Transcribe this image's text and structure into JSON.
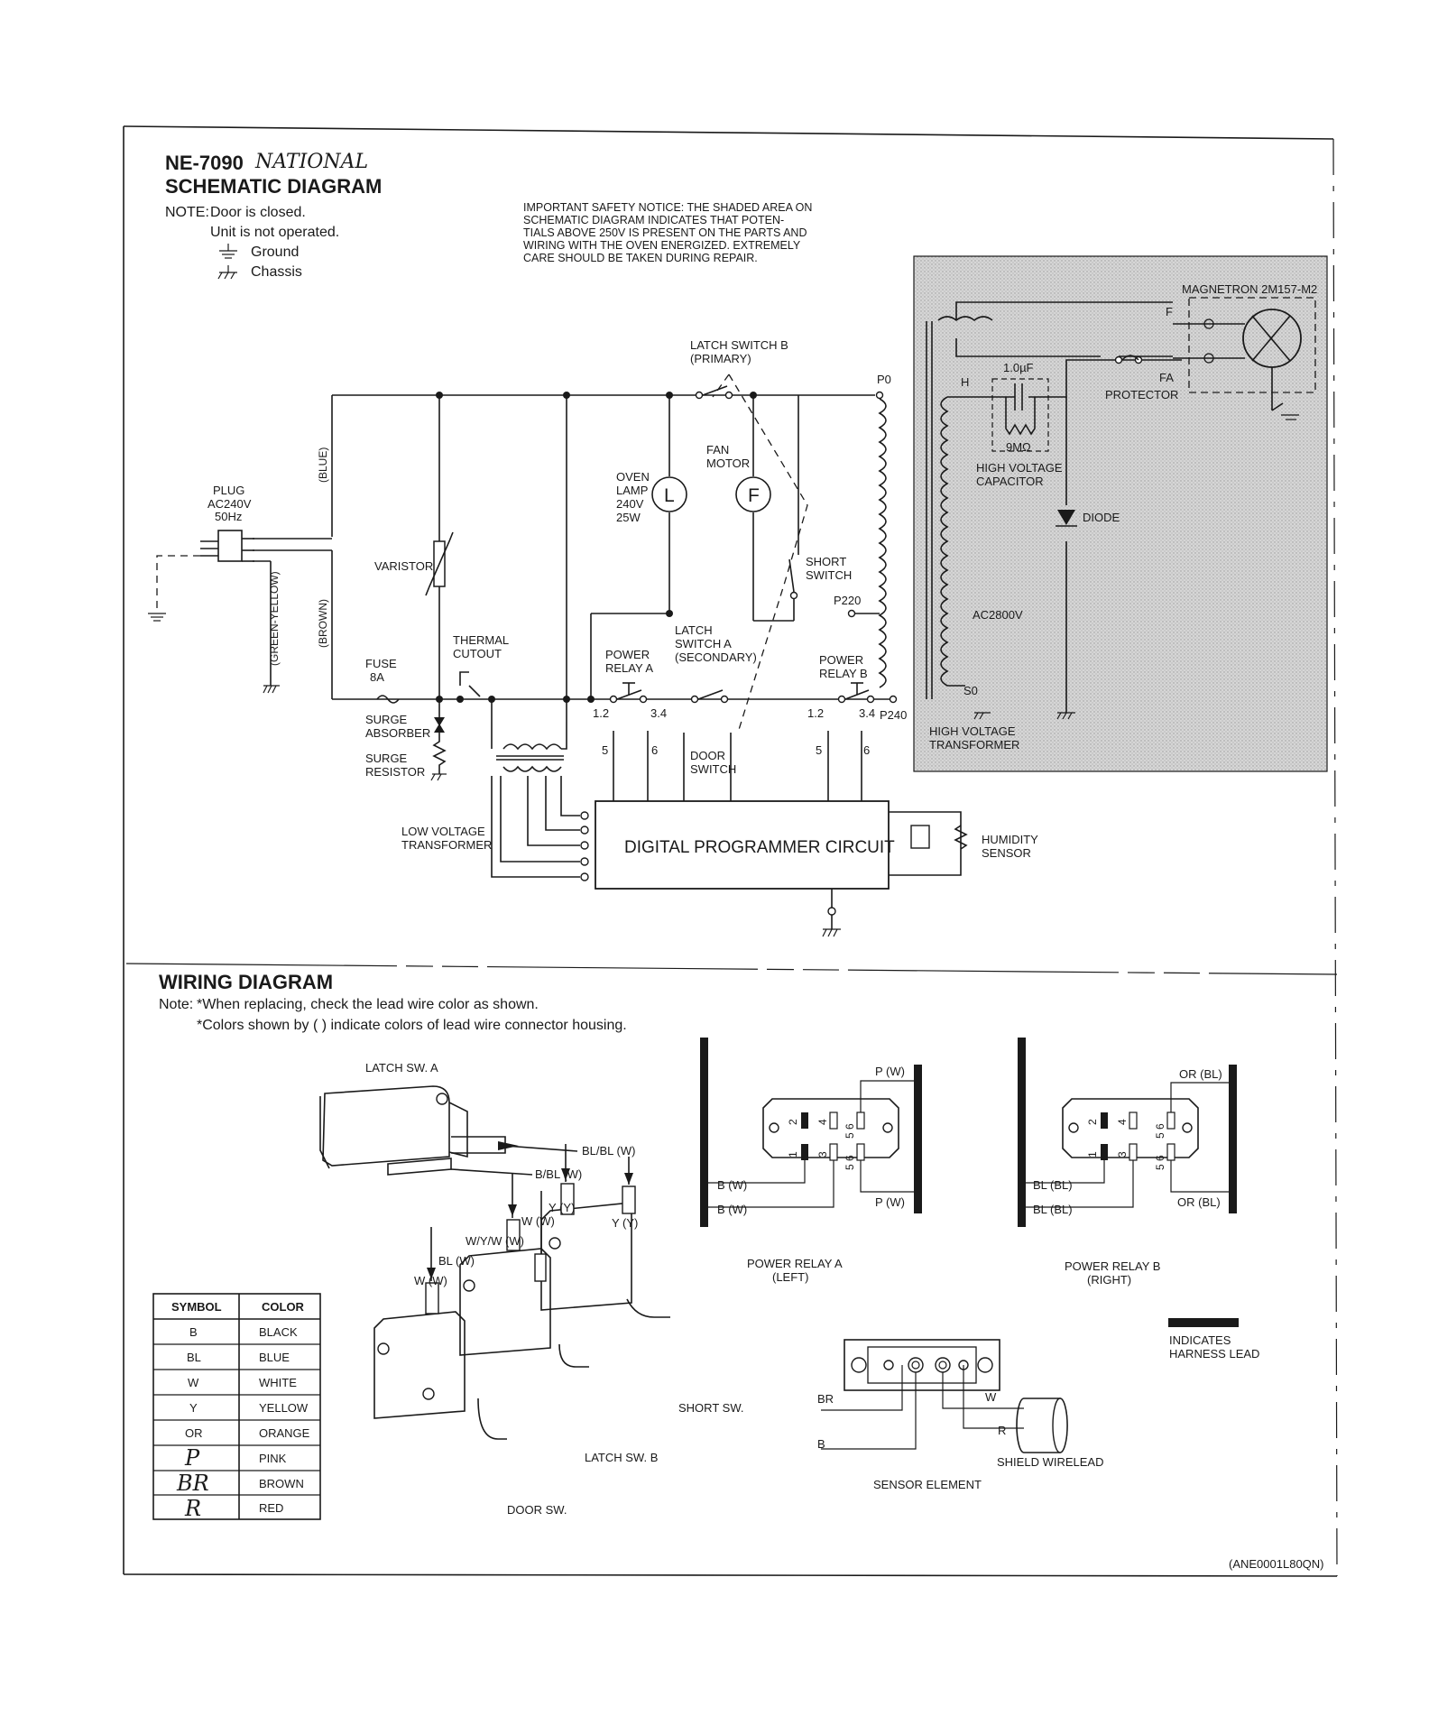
{
  "header": {
    "model": "NE-7090",
    "handwritten_brand": "NATIONAL",
    "title": "SCHEMATIC DIAGRAM",
    "note_label": "NOTE:",
    "note_lines": [
      "Door is closed.",
      "Unit is not operated."
    ],
    "ground_label": "Ground",
    "chassis_label": "Chassis",
    "safety_notice": [
      "IMPORTANT SAFETY NOTICE: THE SHADED AREA ON",
      "SCHEMATIC DIAGRAM INDICATES THAT POTEN-",
      "TIALS ABOVE 250V IS PRESENT ON THE PARTS AND",
      "WIRING WITH THE OVEN ENERGIZED. EXTREMELY",
      "CARE SHOULD BE TAKEN DURING REPAIR."
    ]
  },
  "schematic": {
    "plug": [
      "PLUG",
      "AC240V",
      "50Hz"
    ],
    "wire_blue": "(BLUE)",
    "wire_brown": "(BROWN)",
    "wire_green_yellow": "(GREEN-YELLOW)",
    "varistor": "VARISTOR",
    "fuse": [
      "FUSE",
      "8A"
    ],
    "thermal_cutout": [
      "THERMAL",
      "CUTOUT"
    ],
    "surge_absorber": [
      "SURGE",
      "ABSORBER"
    ],
    "surge_resistor": [
      "SURGE",
      "RESISTOR"
    ],
    "low_voltage_transformer": [
      "LOW VOLTAGE",
      "TRANSFORMER"
    ],
    "oven_lamp": [
      "OVEN",
      "LAMP",
      "240V",
      "25W"
    ],
    "lamp_symbol": "L",
    "fan_motor": [
      "FAN",
      "MOTOR"
    ],
    "fan_symbol": "F",
    "latch_switch_b": [
      "LATCH SWITCH B",
      "(PRIMARY)"
    ],
    "latch_switch_a": [
      "LATCH",
      "SWITCH A",
      "(SECONDARY)"
    ],
    "short_switch": [
      "SHORT",
      "SWITCH"
    ],
    "power_relay_a": [
      "POWER",
      "RELAY A"
    ],
    "power_relay_b": [
      "POWER",
      "RELAY B"
    ],
    "relay_contact_12": "1.2",
    "relay_contact_34": "3.4",
    "relay_pin_5": "5",
    "relay_pin_6": "6",
    "door_switch": [
      "DOOR",
      "SWITCH"
    ],
    "digital_programmer": "DIGITAL PROGRAMMER CIRCUIT",
    "humidity_sensor": [
      "HUMIDITY",
      "SENSOR"
    ],
    "tap_p0": "P0",
    "tap_p220": "P220",
    "tap_p240": "P240",
    "tap_h": "H",
    "tap_s0": "S0",
    "tap_f": "F",
    "tap_fa": "FA",
    "magnetron": "MAGNETRON 2M157-M2",
    "capacitor_value": "1.0µF",
    "resistor_value": "9MΩ",
    "hv_capacitor": [
      "HIGH VOLTAGE",
      "CAPACITOR"
    ],
    "protector": "PROTECTOR",
    "diode": "DIODE",
    "ac2800v": "AC2800V",
    "hv_transformer": [
      "HIGH VOLTAGE",
      "TRANSFORMER"
    ]
  },
  "wiring": {
    "title": "WIRING DIAGRAM",
    "note_label": "Note:",
    "notes": [
      "*When replacing, check the lead wire color as shown.",
      "*Colors shown by (      ) indicate colors of lead wire connector housing."
    ],
    "latch_sw_a": "LATCH SW. A",
    "bl_bl_w": "BL/BL (W)",
    "b_bl_w": "B/BL (W)",
    "lbl_y_y_1": "Y (Y)",
    "lbl_w_w_1": "W (W)",
    "lbl_y_y_2": "Y (Y)",
    "lbl_wyw_w": "W/Y/W (W)",
    "lbl_bl_w": "BL (W)",
    "lbl_w_w_2": "W (W)",
    "short_sw": "SHORT SW.",
    "latch_sw_b": "LATCH SW. B",
    "door_sw": "DOOR SW.",
    "relay_a": {
      "p_w_top": "P (W)",
      "p_w_bottom": "P (W)",
      "b_w_1": "B (W)",
      "b_w_2": "B (W)",
      "caption": [
        "POWER RELAY A",
        "(LEFT)"
      ]
    },
    "relay_b": {
      "or_bl_top": "OR (BL)",
      "or_bl_bottom": "OR (BL)",
      "bl_bl_1": "BL (BL)",
      "bl_bl_2": "BL (BL)",
      "caption": [
        "POWER RELAY B",
        "(RIGHT)"
      ]
    },
    "pins": {
      "p1": "1",
      "p2": "2",
      "p3": "3",
      "p4": "4",
      "p56": "5 6"
    },
    "harness": [
      "INDICATES",
      "HARNESS LEAD"
    ],
    "sensor": {
      "br": "BR",
      "b": "B",
      "w": "W",
      "r": "R",
      "shield": "SHIELD WIRELEAD",
      "caption": "SENSOR ELEMENT"
    },
    "color_table": {
      "headers": [
        "SYMBOL",
        "COLOR"
      ],
      "rows": [
        [
          "B",
          "BLACK"
        ],
        [
          "BL",
          "BLUE"
        ],
        [
          "W",
          "WHITE"
        ],
        [
          "Y",
          "YELLOW"
        ],
        [
          "OR",
          "ORANGE"
        ],
        [
          "P",
          "PINK"
        ],
        [
          "BR",
          "BROWN"
        ],
        [
          "R",
          "RED"
        ]
      ]
    },
    "doc_code": "(ANE0001L80QN)"
  },
  "colors": {
    "ink": "#1a1a1a",
    "shade": "#d2d2d2",
    "paper": "#ffffff"
  }
}
